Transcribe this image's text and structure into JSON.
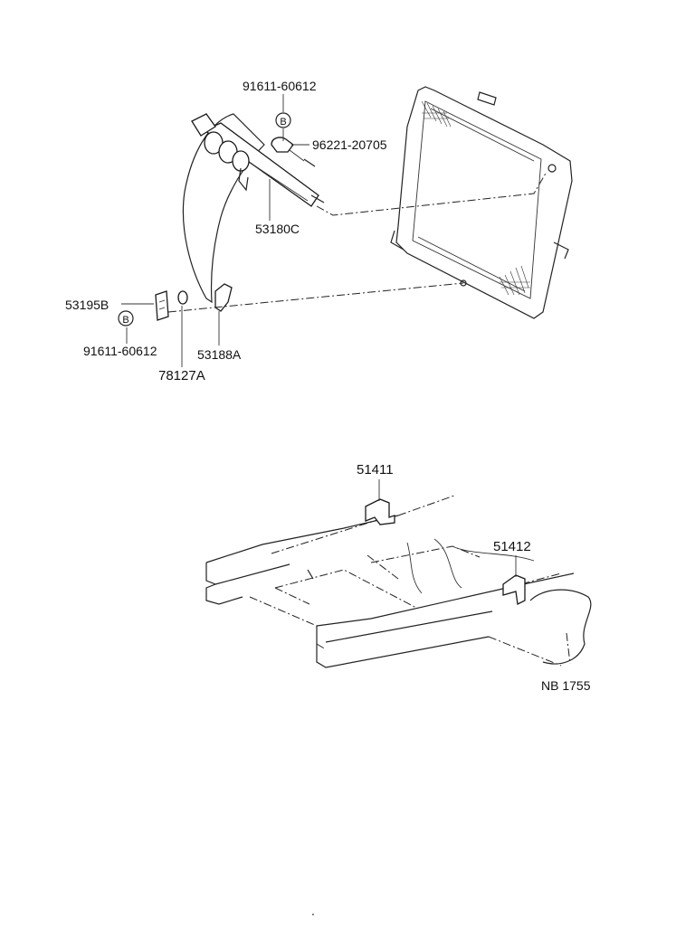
{
  "labels": {
    "bolt_top": "91611-60612",
    "clamp": "96221-20705",
    "cylinder": "53180C",
    "bracket_left": "53195B",
    "bolt_bottom": "91611-60612",
    "cushion": "78127A",
    "bracket_right": "53188A",
    "bracket_front": "51411",
    "bracket_rear": "51412",
    "reference": "NB 1755"
  },
  "markers": {
    "bolt_top_marker": "B",
    "bolt_bottom_marker": "B"
  },
  "stray_mark": "."
}
